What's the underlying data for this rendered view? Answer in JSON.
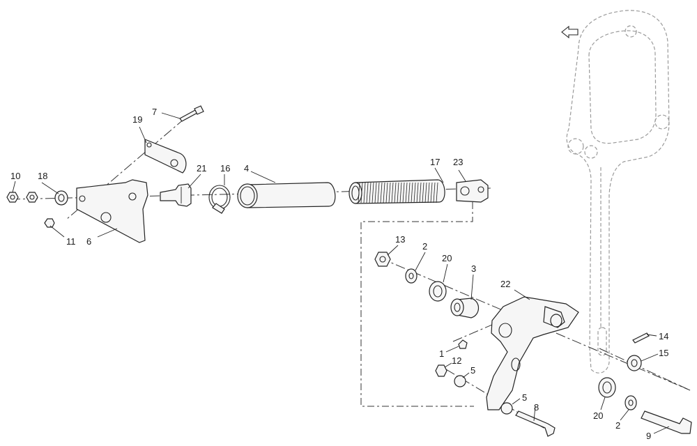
{
  "diagram": {
    "callouts": [
      {
        "id": "7",
        "label": "7"
      },
      {
        "id": "19",
        "label": "19"
      },
      {
        "id": "10",
        "label": "10"
      },
      {
        "id": "18",
        "label": "18"
      },
      {
        "id": "11",
        "label": "11"
      },
      {
        "id": "6",
        "label": "6"
      },
      {
        "id": "21",
        "label": "21"
      },
      {
        "id": "16",
        "label": "16"
      },
      {
        "id": "4",
        "label": "4"
      },
      {
        "id": "17",
        "label": "17"
      },
      {
        "id": "23",
        "label": "23"
      },
      {
        "id": "13",
        "label": "13"
      },
      {
        "id": "2a",
        "label": "2"
      },
      {
        "id": "20a",
        "label": "20"
      },
      {
        "id": "3",
        "label": "3"
      },
      {
        "id": "22",
        "label": "22"
      },
      {
        "id": "1",
        "label": "1"
      },
      {
        "id": "12",
        "label": "12"
      },
      {
        "id": "5a",
        "label": "5"
      },
      {
        "id": "5b",
        "label": "5"
      },
      {
        "id": "8",
        "label": "8"
      },
      {
        "id": "20b",
        "label": "20"
      },
      {
        "id": "2b",
        "label": "2"
      },
      {
        "id": "9",
        "label": "9"
      },
      {
        "id": "14",
        "label": "14"
      },
      {
        "id": "15",
        "label": "15"
      }
    ]
  }
}
